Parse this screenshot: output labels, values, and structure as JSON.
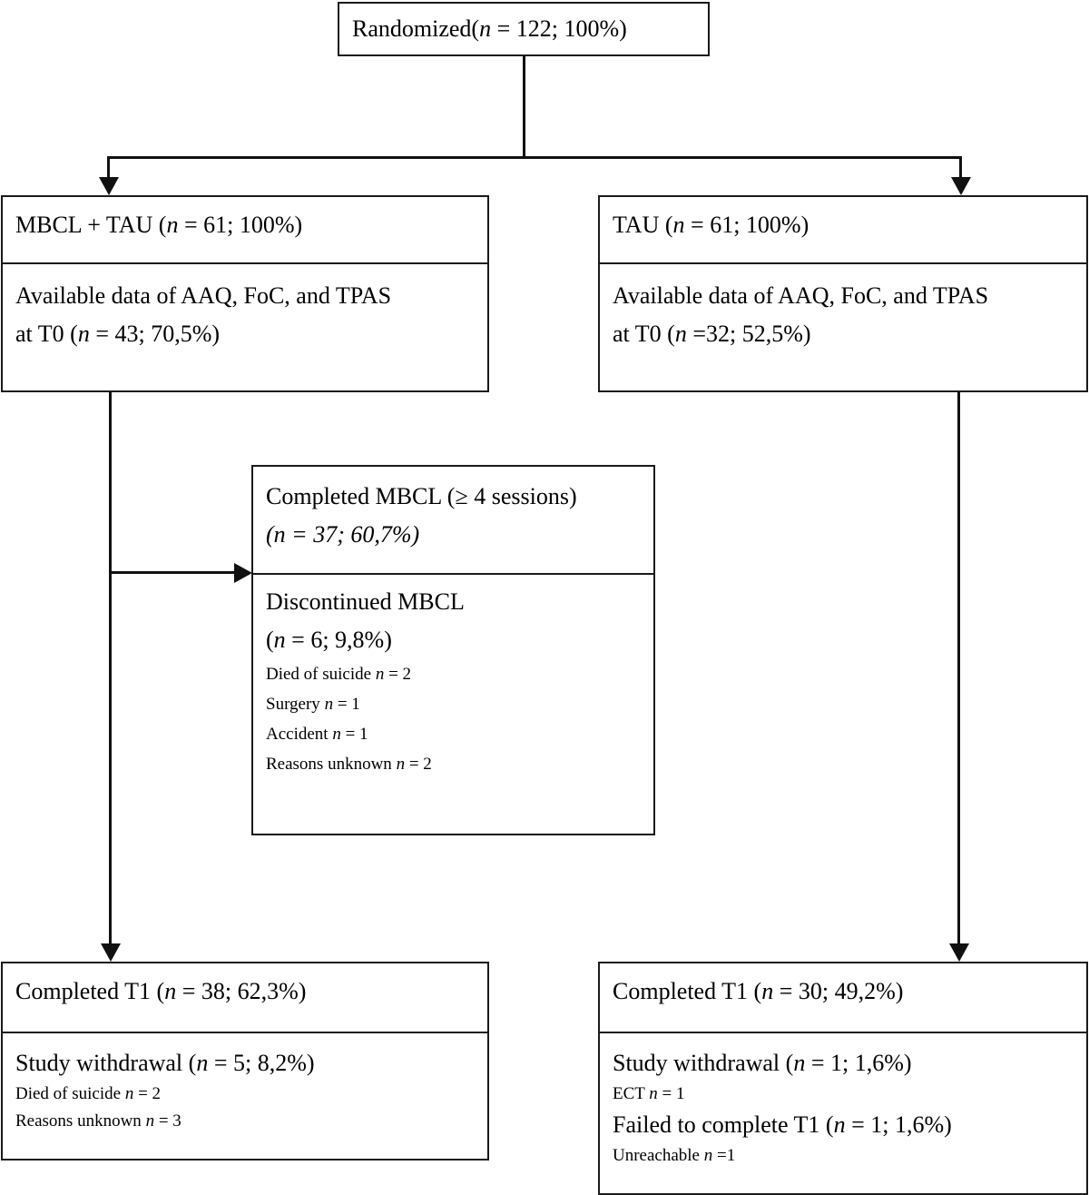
{
  "diagram": {
    "type": "consort-flow-diagram",
    "title": "CONSORT participant flow",
    "line_color": "#111111",
    "box_border_color": "#1a1a1a",
    "background": "#ffffff"
  },
  "top": {
    "label": "Randomized",
    "n_prefix": "(",
    "n_italic": "n",
    "stats": " = 122; 100%)",
    "full_text": "Randomized (n = 122; 100%)"
  },
  "left_arm": {
    "header": {
      "label": "MBCL + TAU",
      "n_italic": "n",
      "stats": " = 61; 100%)",
      "full_text": "MBCL + TAU (n = 61; 100%)"
    },
    "available": {
      "line1": "Available data of AAQ, FoC, and TPAS",
      "line2_prefix": "at T0 (",
      "line2_italic": "n",
      "line2_suffix": " = 43; 70,5%)",
      "full_text": "Available data of AAQ, FoC, and TPAS at T0 (n = 43; 70,5%)"
    },
    "completed": {
      "label": "Completed T1",
      "n_italic": "n",
      "stats": " = 38; 62,3%)",
      "full_text": "Completed T1 (n = 38; 62,3%)"
    },
    "withdrawal": {
      "label": "Study withdrawal",
      "n_italic": "n",
      "stats": " = 5; 8,2%)",
      "full_text": "Study withdrawal (n = 5; 8,2%)",
      "reasons": [
        {
          "label": "Died of suicide",
          "n_italic": "n",
          "value": " = 2",
          "full_text": "Died of suicide n = 2"
        },
        {
          "label": "Reasons unknown",
          "n_italic": "n",
          "value": " = 3",
          "full_text": "Reasons unknown n = 3"
        }
      ]
    }
  },
  "right_arm": {
    "header": {
      "label": "TAU",
      "n_italic": "n",
      "stats": " = 61; 100%)",
      "full_text": "TAU (n = 61; 100%)"
    },
    "available": {
      "line1": "Available data of AAQ, FoC, and TPAS",
      "line2_prefix": "at T0 (",
      "line2_italic": "n",
      "line2_suffix": " =32; 52,5%)",
      "full_text": "Available data of AAQ, FoC, and TPAS at T0 (n =32; 52,5%)"
    },
    "completed": {
      "label": "Completed T1",
      "n_italic": "n",
      "stats": " = 30; 49,2%)",
      "full_text": "Completed T1 (n = 30; 49,2%)"
    },
    "withdrawal": {
      "label": "Study withdrawal",
      "n_italic": "n",
      "stats": " = 1; 1,6%)",
      "full_text": "Study withdrawal (n = 1; 1,6%)",
      "reasons": [
        {
          "label": "ECT",
          "n_italic": "n",
          "value": " = 1",
          "full_text": "ECT n = 1"
        }
      ]
    },
    "failed": {
      "label": "Failed to complete T1",
      "n_italic": "n",
      "stats": " = 1; 1,6%)",
      "full_text": "Failed to complete T1 (n = 1; 1,6%)",
      "reasons": [
        {
          "label": "Unreachable",
          "n_italic": "n",
          "value": " =1",
          "full_text": "Unreachable n =1"
        }
      ]
    }
  },
  "middle": {
    "completed": {
      "line1": "Completed MBCL (≥ 4 sessions)",
      "line2_prefix": "(",
      "line2_italic": "n",
      "line2_suffix": " = 37; 60,7%)",
      "full_text": "Completed MBCL (≥ 4 sessions) (n = 37; 60,7%)"
    },
    "discontinued": {
      "line1": "Discontinued MBCL",
      "line2_prefix": "(",
      "line2_italic": "n",
      "line2_suffix": " = 6; 9,8%)",
      "full_text": "Discontinued MBCL (n = 6; 9,8%)",
      "reasons": [
        {
          "label": "Died of suicide",
          "n_italic": "n",
          "value": " = 2",
          "full_text": "Died of suicide n = 2"
        },
        {
          "label": "Surgery",
          "n_italic": "n",
          "value": " = 1",
          "full_text": "Surgery n = 1"
        },
        {
          "label": "Accident",
          "n_italic": "n",
          "value": " = 1",
          "full_text": "Accident n = 1"
        },
        {
          "label": "Reasons unknown",
          "n_italic": "n",
          "value": " = 2",
          "full_text": "Reasons unknown n = 2"
        }
      ]
    }
  },
  "chart_data": {
    "type": "diagram",
    "title": "CONSORT flow diagram",
    "nodes": [
      {
        "id": "randomized",
        "label": "Randomized",
        "n": 122,
        "percent": "100%"
      },
      {
        "id": "mbcl_tau",
        "label": "MBCL + TAU",
        "n": 61,
        "percent": "100%"
      },
      {
        "id": "tau",
        "label": "TAU",
        "n": 61,
        "percent": "100%"
      },
      {
        "id": "mbcl_available_t0",
        "label": "Available data of AAQ, FoC, and TPAS at T0",
        "n": 43,
        "percent": "70,5%"
      },
      {
        "id": "tau_available_t0",
        "label": "Available data of AAQ, FoC, and TPAS at T0",
        "n": 32,
        "percent": "52,5%"
      },
      {
        "id": "completed_mbcl",
        "label": "Completed MBCL (≥ 4 sessions)",
        "n": 37,
        "percent": "60,7%"
      },
      {
        "id": "discontinued_mbcl",
        "label": "Discontinued MBCL",
        "n": 6,
        "percent": "9,8%"
      },
      {
        "id": "mbcl_completed_t1",
        "label": "Completed T1",
        "n": 38,
        "percent": "62,3%"
      },
      {
        "id": "mbcl_withdrawal",
        "label": "Study withdrawal",
        "n": 5,
        "percent": "8,2%"
      },
      {
        "id": "tau_completed_t1",
        "label": "Completed T1",
        "n": 30,
        "percent": "49,2%"
      },
      {
        "id": "tau_withdrawal",
        "label": "Study withdrawal",
        "n": 1,
        "percent": "1,6%"
      },
      {
        "id": "tau_failed_t1",
        "label": "Failed to complete T1",
        "n": 1,
        "percent": "1,6%"
      }
    ],
    "edges": [
      {
        "from": "randomized",
        "to": "mbcl_tau"
      },
      {
        "from": "randomized",
        "to": "tau"
      },
      {
        "from": "mbcl_tau",
        "to": "completed_mbcl"
      },
      {
        "from": "mbcl_tau",
        "to": "mbcl_completed_t1"
      },
      {
        "from": "tau",
        "to": "tau_completed_t1"
      }
    ]
  }
}
